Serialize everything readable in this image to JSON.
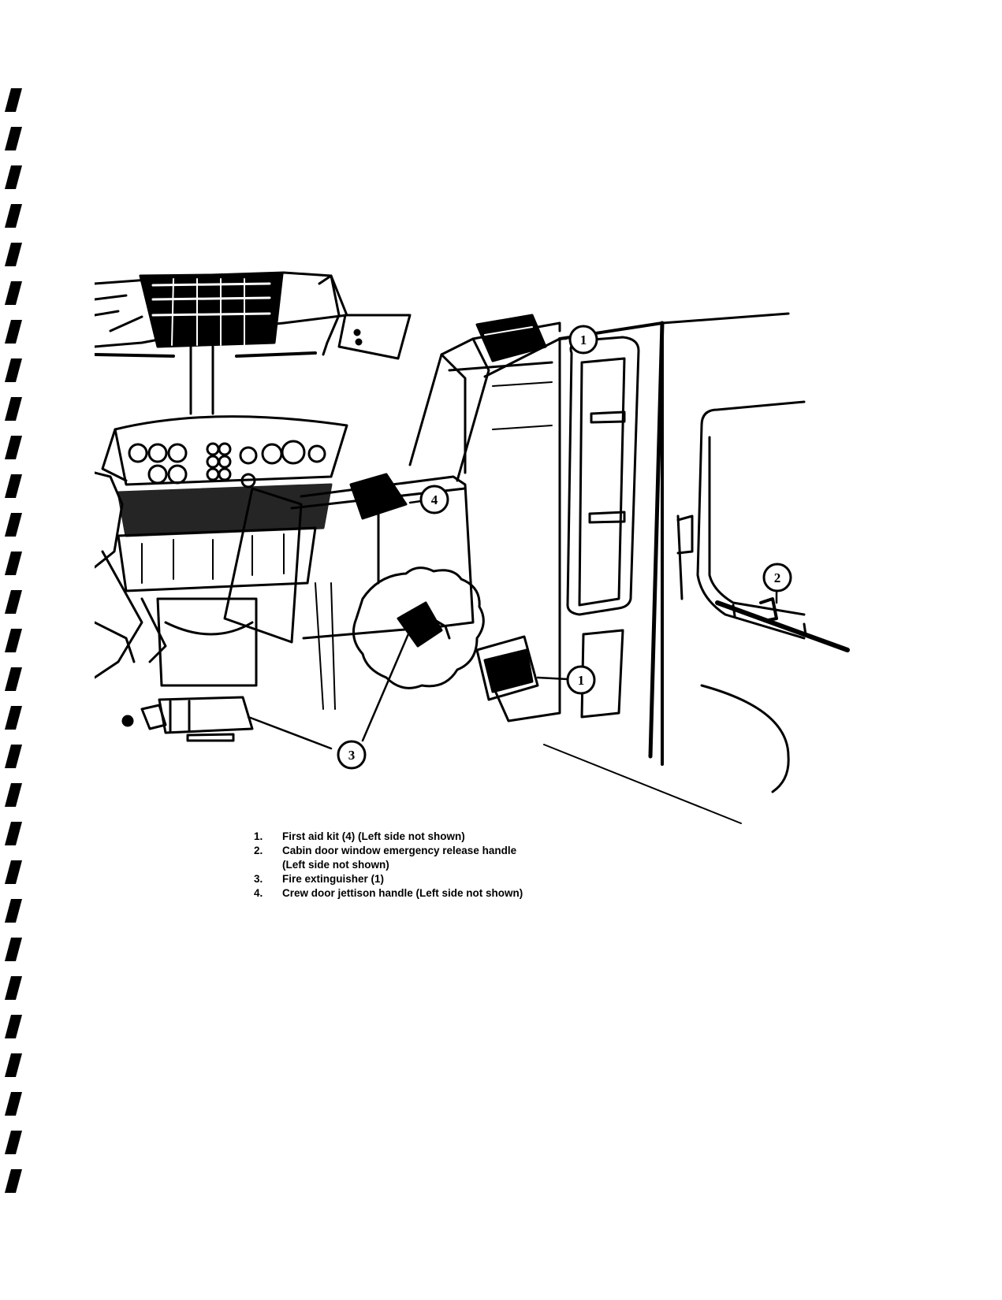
{
  "callouts": {
    "first_aid_kit_top": "1",
    "first_aid_kit_bottom": "1",
    "cabin_release_handle": "2",
    "fire_extinguisher": "3",
    "crew_door_jettison": "4"
  },
  "legend": {
    "items": [
      {
        "num": "1.",
        "text": "First aid kit (4) (Left side not shown)",
        "cont": ""
      },
      {
        "num": "2.",
        "text": "Cabin door window emergency release handle",
        "cont": "(Left side not shown)"
      },
      {
        "num": "3.",
        "text": "Fire extinguisher (1)",
        "cont": ""
      },
      {
        "num": "4.",
        "text": "Crew door jettison handle (Left side not shown)",
        "cont": ""
      }
    ]
  }
}
